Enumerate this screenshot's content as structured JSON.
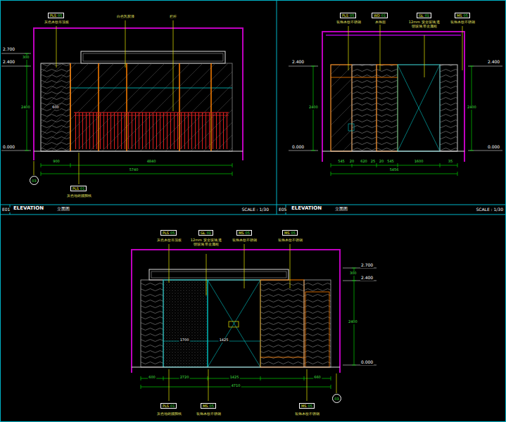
{
  "diagram": {
    "nodes": [
      {
        "text": [
          "PLS",
          "05"
        ]
      },
      {
        "text": [
          "PLS",
          "01"
        ]
      },
      {
        "text": [
          "PLS",
          "05"
        ]
      },
      {
        "text": [
          "WD",
          "01"
        ]
      },
      {
        "text": [
          "GL",
          "01"
        ]
      },
      {
        "text": [
          "MS",
          "05"
        ]
      },
      {
        "text": [
          "PLS",
          "05"
        ]
      },
      {
        "text": [
          "GL",
          "01"
        ]
      },
      {
        "text": [
          "MS",
          "05"
        ]
      },
      {
        "text": [
          "MS",
          "05"
        ]
      },
      {
        "text": [
          "PLS",
          "01"
        ]
      },
      {
        "text": [
          "MS",
          "05"
        ]
      },
      {
        "text": [
          "MS",
          "05"
        ]
      },
      {
        "text": [
          "03"
        ]
      },
      {
        "text": [
          "03"
        ]
      }
    ],
    "labels": [
      "灰色木纹吊顶板",
      "白色乳胶漆",
      "栏杆",
      "2.700",
      "2.400",
      "0.000",
      "300",
      "2400",
      "600",
      "900",
      "4840",
      "5740",
      "灰色地砖踢脚线",
      "E01",
      "ELEVATION",
      "立面图",
      "SCALE : 1/30",
      "E05",
      "ELEVATION",
      "立面图",
      "SCALE : 1/30",
      "装饰木纹不锈钢",
      "木饰面",
      "12mm 安全玻璃 透明玻璃 带金属框",
      "装饰木纹不锈钢",
      "2.400",
      "0.000",
      "2.400",
      "0.000",
      "2400",
      "2400",
      "545",
      "20",
      "620",
      "25",
      "20",
      "545",
      "1600",
      "35",
      "5456",
      "灰色木纹吊顶板",
      "12mm 安全玻璃 透明玻璃 带金属框",
      "装饰木纹不锈钢",
      "装饰木纹不锈钢",
      "2.700",
      "2.400",
      "0.000",
      "300",
      "2400",
      "1700",
      "1425",
      "600",
      "2720",
      "1425",
      "660",
      "4710",
      "灰色地砖踢脚线",
      "装饰木纹不锈钢",
      "装饰木纹不锈钢"
    ]
  }
}
